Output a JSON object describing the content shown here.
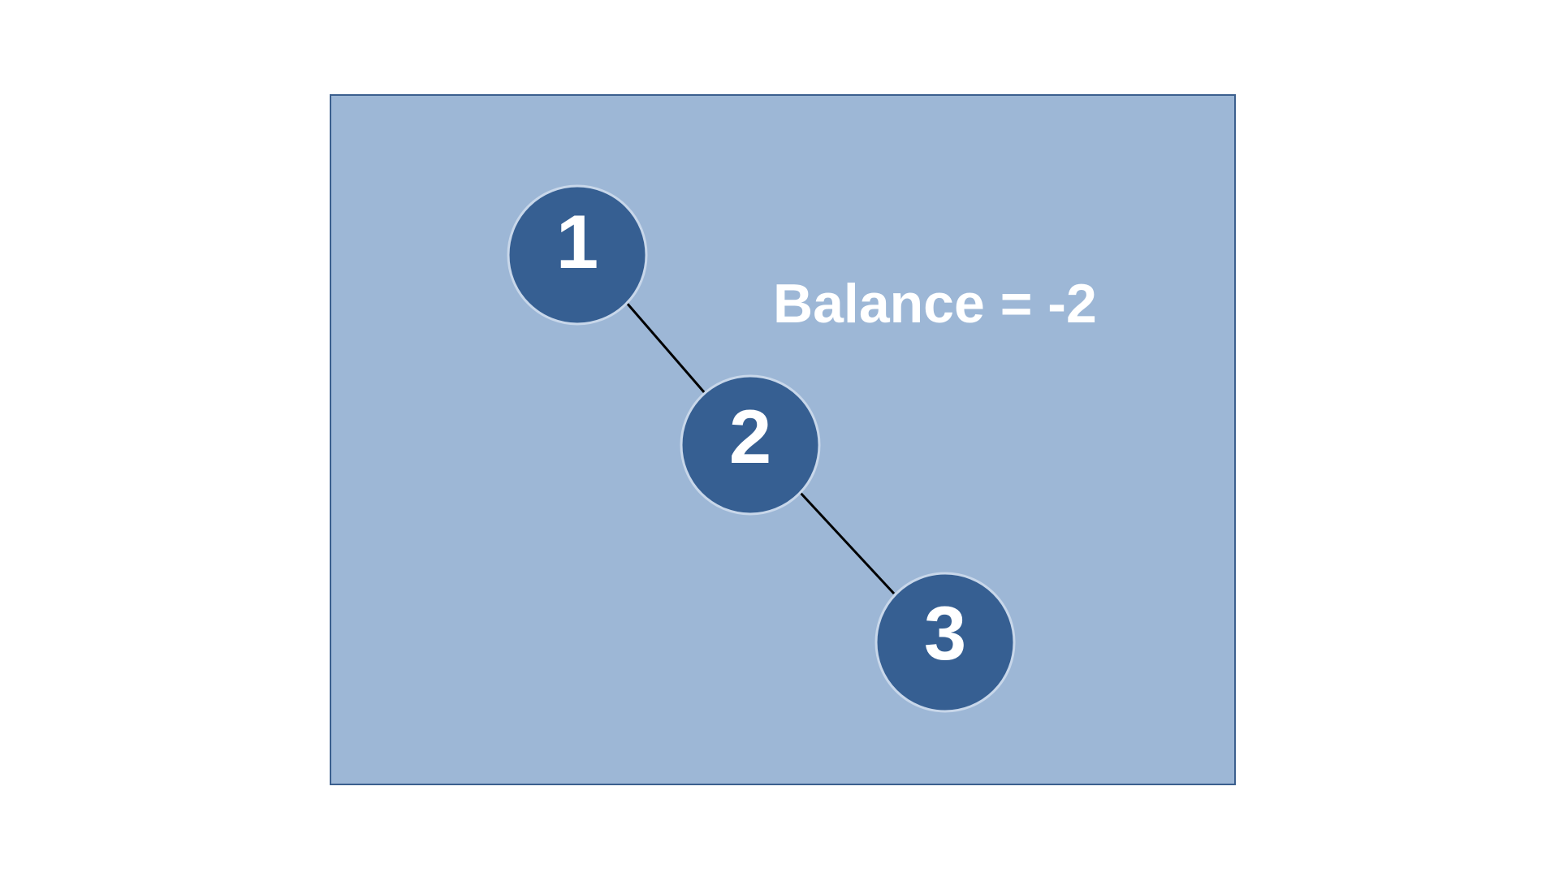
{
  "diagram": {
    "colors": {
      "panel_fill": "#9db7d6",
      "panel_border": "#3b5f8e",
      "node_fill": "#365f92",
      "node_stroke": "#c8d7ea",
      "edge": "#000000",
      "text": "#ffffff"
    },
    "nodes": [
      {
        "id": "n1",
        "label": "1"
      },
      {
        "id": "n2",
        "label": "2"
      },
      {
        "id": "n3",
        "label": "3"
      }
    ],
    "edges": [
      {
        "from": "n1",
        "to": "n2"
      },
      {
        "from": "n2",
        "to": "n3"
      }
    ],
    "annotation": "Balance = -2"
  }
}
